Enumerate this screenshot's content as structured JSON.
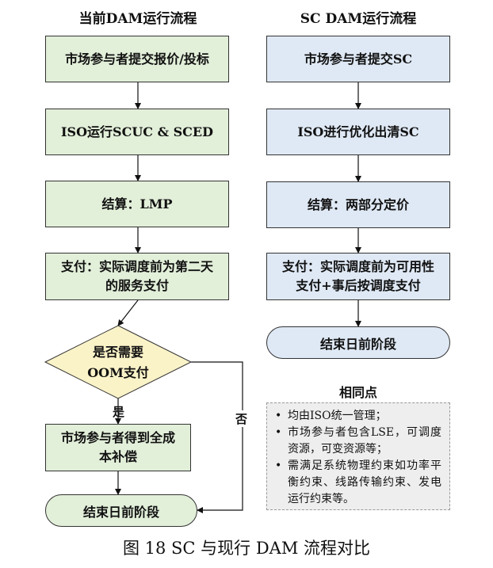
{
  "left": {
    "title": "当前DAM运行流程",
    "steps": [
      "市场参与者提交报价/投标",
      "ISO运行SCUC & SCED",
      "结算：LMP",
      "支付：实际调度前为第二天的服务支付"
    ],
    "decision": "是否需要OOM支付",
    "yes_label": "是",
    "no_label": "否",
    "compensation": "市场参与者得到全成本补偿",
    "end": "结束日前阶段"
  },
  "right": {
    "title": "SC DAM运行流程",
    "steps": [
      "市场参与者提交SC",
      "ISO进行优化出清SC",
      "结算：两部分定价",
      "支付：实际调度前为可用性支付+事后按调度支付"
    ],
    "end": "结束日前阶段"
  },
  "common": {
    "title": "相同点",
    "items": [
      "均由ISO统一管理；",
      "市场参与者包含LSE，可调度资源，可变资源等；",
      "需满足系统物理约束如功率平衡约束、线路传输约束、发电运行约束等。"
    ]
  },
  "caption": "图 18 SC 与现行 DAM 流程对比",
  "colors": {
    "left_fill": "#e2efd9",
    "right_fill": "#dfe9f5",
    "diamond_fill": "#fbf3c8",
    "notes_fill": "#eeeeee"
  }
}
